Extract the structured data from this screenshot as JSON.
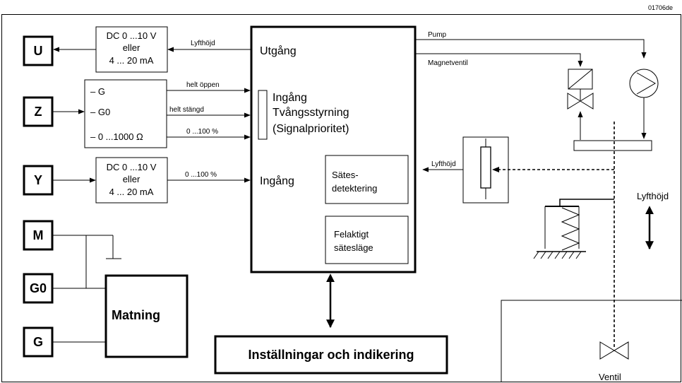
{
  "figure_id": "01706de",
  "terminals": [
    "U",
    "Z",
    "Y",
    "M",
    "G0",
    "G"
  ],
  "box_u": {
    "line1": "DC 0 ...10 V",
    "line2": "eller",
    "line3": "4 ... 20 mA"
  },
  "box_z": {
    "line1": "– G",
    "line2": "– G0",
    "line3": "– 0 ...1000 Ω"
  },
  "box_y": {
    "line1": "DC 0 ...10 V",
    "line2": "eller",
    "line3": "4 ... 20 mA"
  },
  "arrows": {
    "lyfthojd": "Lyfthöjd",
    "helt_oppen": "helt öppen",
    "helt_stangd": "helt stängd",
    "z_range": "0 ...100 %",
    "y_range": "0 ...100 %"
  },
  "controller": {
    "output": "Utgång",
    "forced_line1": "Ingång",
    "forced_line2": "Tvångsstyrning",
    "forced_line3": "(Signalprioritet)",
    "input": "Ingång",
    "seat_detect_line1": "Sätes-",
    "seat_detect_line2": "detektering",
    "fault_line1": "Felaktigt",
    "fault_line2": "sätesläge"
  },
  "supply": "Matning",
  "settings": "Inställningar och indikering",
  "outputs": {
    "pump": "Pump",
    "magnetventil": "Magnetventil"
  },
  "lyfthojd_sensor": "Lyfthöjd",
  "lyfthojd_big": "Lyfthöjd",
  "ventil": "Ventil"
}
